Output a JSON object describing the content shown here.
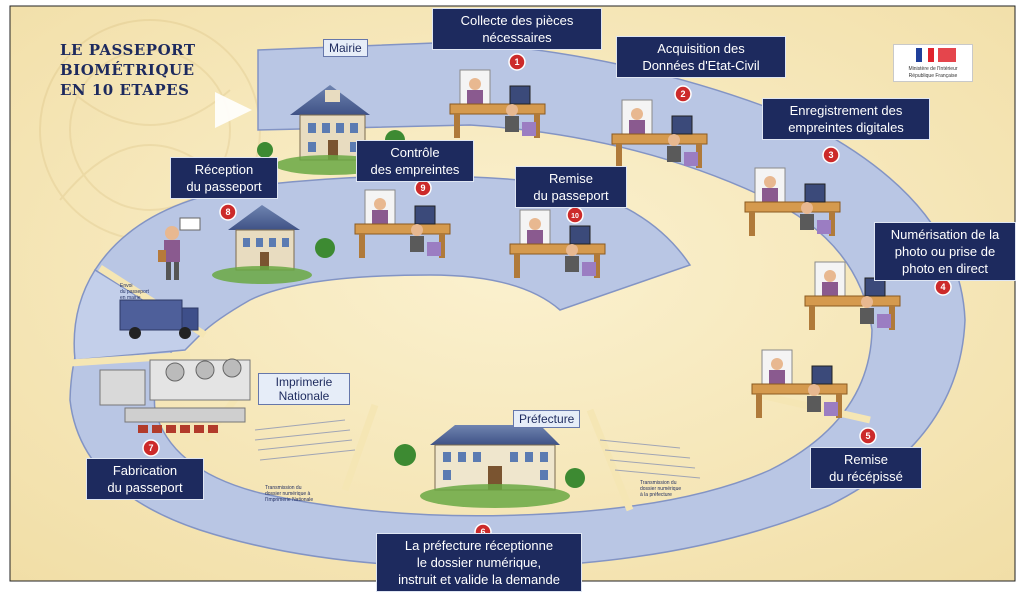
{
  "title": [
    "LE PASSEPORT",
    "BIOMÉTRIQUE",
    "EN 10 ETAPES"
  ],
  "logo": {
    "line1": "Ministère de l'Intérieur",
    "line2": "République Française"
  },
  "places": {
    "mairie": "Mairie",
    "prefecture": "Préfecture",
    "imprimerie_line1": "Imprimerie",
    "imprimerie_line2": "Nationale"
  },
  "steps": [
    {
      "number": "1",
      "label": [
        "Collecte des pièces",
        "nécessaires"
      ]
    },
    {
      "number": "2",
      "label": [
        "Acquisition des",
        "Données d'Etat-Civil"
      ]
    },
    {
      "number": "3",
      "label": [
        "Enregistrement des",
        "empreintes digitales"
      ]
    },
    {
      "number": "4",
      "label": [
        "Numérisation de la",
        "photo ou prise de",
        "photo en direct"
      ]
    },
    {
      "number": "5",
      "label": [
        "Remise",
        "du récépissé"
      ]
    },
    {
      "number": "6",
      "label": [
        "La préfecture réceptionne",
        "le dossier numérique,",
        "instruit et valide la demande"
      ]
    },
    {
      "number": "7",
      "label": [
        "Fabrication",
        "du passeport"
      ]
    },
    {
      "number": "8",
      "label": [
        "Réception",
        "du passeport"
      ]
    },
    {
      "number": "9",
      "label": [
        "Contrôle",
        "des empreintes"
      ]
    },
    {
      "number": "10",
      "label": [
        "Remise",
        "du passeport"
      ]
    }
  ],
  "small_notes": {
    "truck": [
      "Envoi",
      "du passeport",
      "en mairie"
    ],
    "transfer_prefecture": [
      "Transmission du",
      "dossier numérique",
      "à la préfecture"
    ],
    "transfer_imprimerie": [
      "Transmission du",
      "dossier numérique à",
      "l'Imprimerie Nationale"
    ]
  },
  "colors": {
    "background": "#f5e6b4",
    "track": "#b9c6e4",
    "track_edge": "#8394c4",
    "label_box": "#1d2a5e",
    "step_badge": "#cc2a2a",
    "title": "#1d2a5e"
  }
}
